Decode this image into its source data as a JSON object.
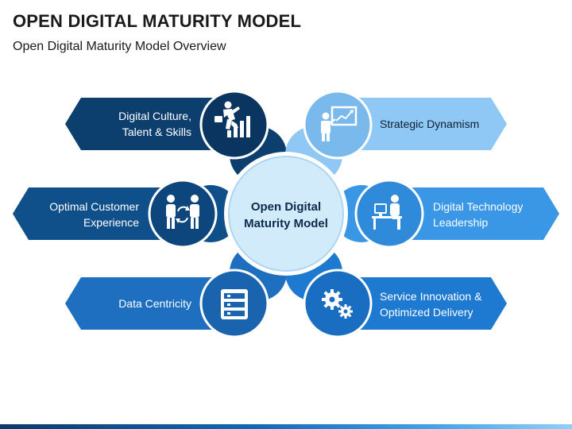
{
  "title": "OPEN DIGITAL MATURITY MODEL",
  "subtitle": "Open Digital Maturity Model Overview",
  "center": {
    "line1": "Open Digital",
    "line2": "Maturity Model"
  },
  "items": [
    {
      "line1": "Digital Culture,",
      "line2": "Talent & Skills",
      "icon": "climbing-businessman-icon",
      "color": "#0d3f6e"
    },
    {
      "line1": "Optimal Customer",
      "line2": "Experience",
      "icon": "handshake-exchange-icon",
      "color": "#0f4f8a"
    },
    {
      "line1": "Data Centricity",
      "line2": "",
      "icon": "server-rack-icon",
      "color": "#1f6fc0"
    },
    {
      "line1": "Strategic Dynamism",
      "line2": "",
      "icon": "presentation-board-icon",
      "color": "#8fc8f5"
    },
    {
      "line1": "Digital Technology",
      "line2": "Leadership",
      "icon": "desk-computer-icon",
      "color": "#3a97e6"
    },
    {
      "line1": "Service Innovation &",
      "line2": "Optimized Delivery",
      "icon": "gears-icon",
      "color": "#1e79d0"
    }
  ]
}
